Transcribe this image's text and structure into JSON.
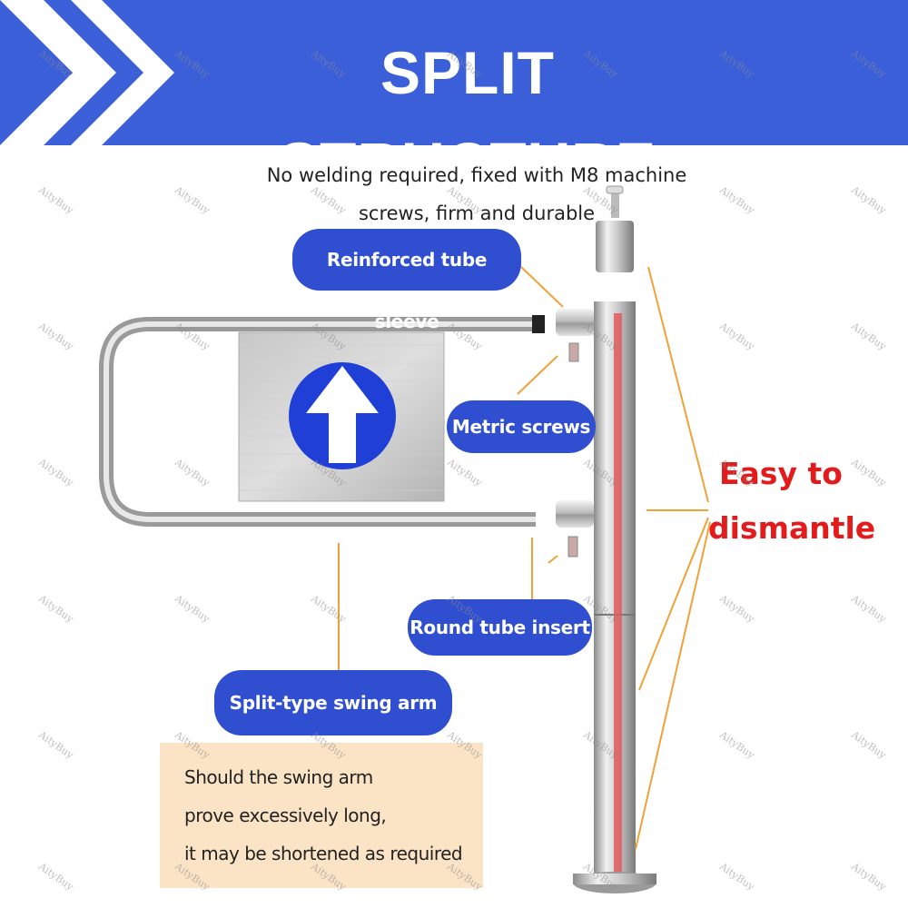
{
  "banner": {
    "title": "SPLIT STRUCTURE",
    "color": "#3a5fd9"
  },
  "subtitle": {
    "line1": "No welding required, fixed with M8 machine",
    "line2": "screws, firm and durable"
  },
  "labels": {
    "reinforced": "Reinforced tube sleeve",
    "metric": "Metric screws",
    "round": "Round tube insert",
    "split": "Split-type swing arm"
  },
  "easy": {
    "line1": "Easy to",
    "line2": "dismantle",
    "color": "#e31b1b"
  },
  "note": {
    "line1": "Should the swing arm",
    "line2": "prove excessively long,",
    "line3": "it may be shortened as required"
  },
  "watermark": "AityBuy",
  "icons": [
    "chevron-right-icon",
    "up-arrow-icon"
  ]
}
